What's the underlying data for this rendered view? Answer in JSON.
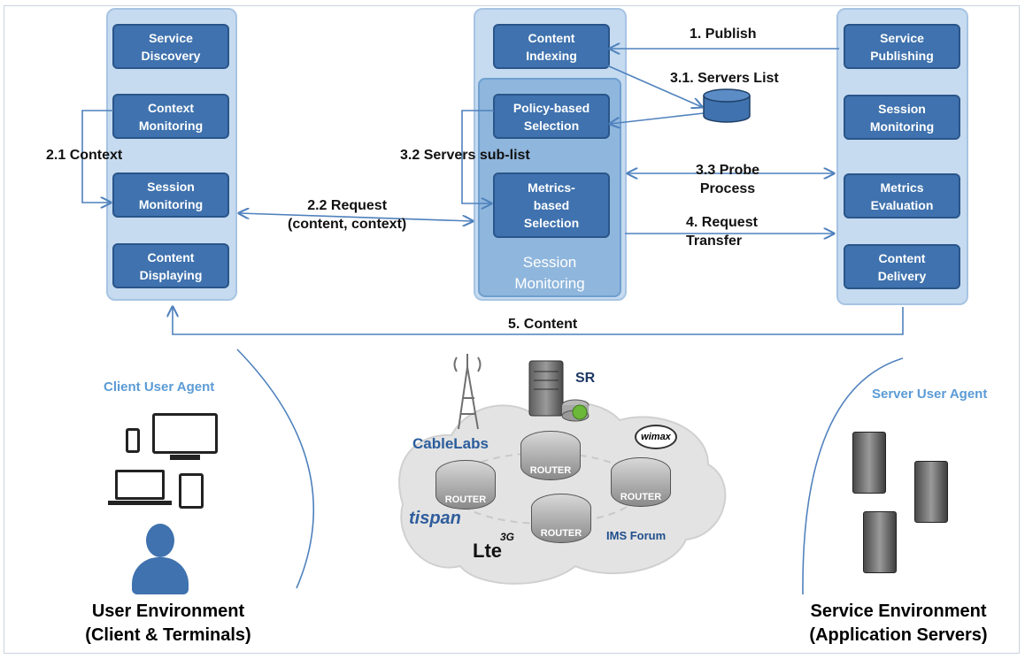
{
  "client_column": {
    "boxes": [
      "Service\nDiscovery",
      "Context\nMonitoring",
      "Session\nMonitoring",
      "Content\nDisplaying"
    ]
  },
  "center_column": {
    "content_indexing": "Content\nIndexing",
    "policy_selection": "Policy-based\nSelection",
    "metrics_selection": "Metrics-\nbased\nSelection",
    "session_monitoring_label": "Session\nMonitoring"
  },
  "server_column": {
    "boxes": [
      "Service\nPublishing",
      "Session\nMonitoring",
      "Metrics\nEvaluation",
      "Content\nDelivery"
    ]
  },
  "flows": {
    "publish": "1. Publish",
    "context": "2.1 Context",
    "request": "2.2 Request\n(content, context)",
    "servers_list": "3.1. Servers List",
    "servers_sublist": "3.2 Servers sub-list",
    "probe": "3.3 Probe\nProcess",
    "transfer": "4. Request\nTransfer",
    "content": "5. Content"
  },
  "agents": {
    "client": "Client User Agent",
    "server": "Server User Agent"
  },
  "environments": {
    "user": "User Environment\n(Client & Terminals)",
    "service": "Service Environment\n(Application Servers)"
  },
  "network": {
    "routers": [
      "ROUTER",
      "ROUTER",
      "ROUTER",
      "ROUTER"
    ],
    "sr": "SR",
    "logos": {
      "cablelabs": "CableLabs",
      "wimax": "wimax",
      "tispan": "tispan",
      "lte": "Lte",
      "three_g": "3G",
      "ims": "IMS Forum"
    }
  },
  "colors": {
    "box": "#3f72ae",
    "column": "#c6dbf0",
    "agent_text": "#5b9bd5",
    "arrow": "#4f81bd"
  }
}
